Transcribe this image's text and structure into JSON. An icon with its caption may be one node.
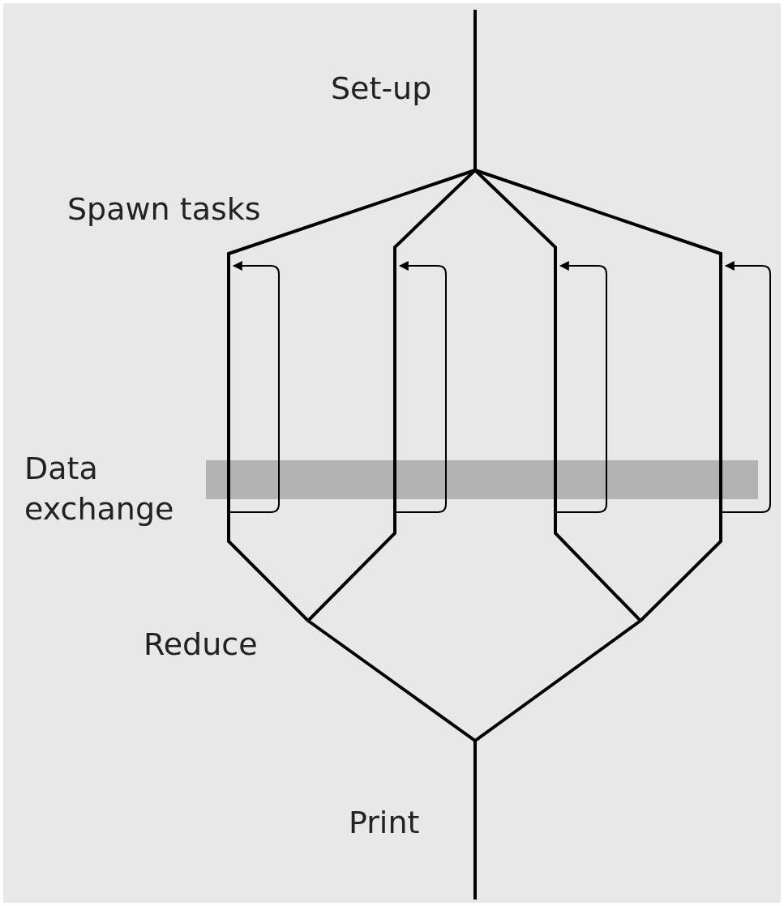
{
  "diagram": {
    "nodes": [
      {
        "text": [],
        "shape": "bar"
      }
    ],
    "labels": [
      "Set-up",
      "Spawn tasks",
      "Data exchange",
      "Reduce",
      "Print"
    ]
  }
}
